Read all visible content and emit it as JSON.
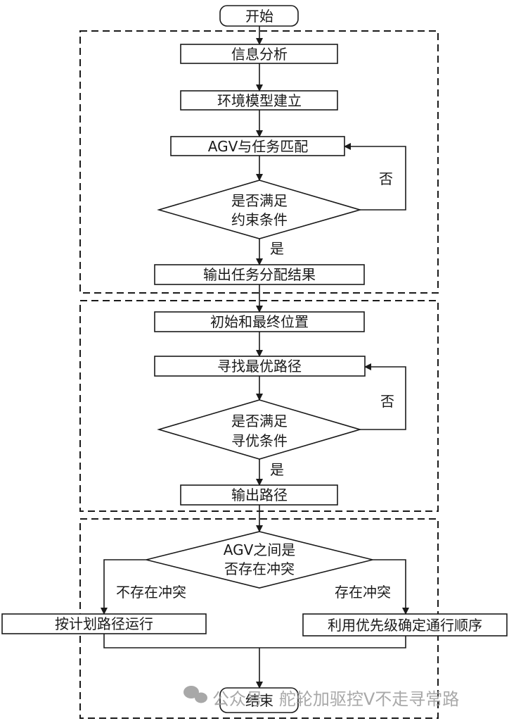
{
  "nodes": {
    "start": "开始",
    "info": "信息分析",
    "env": "环境模型建立",
    "match": "AGV与任务匹配",
    "cond1_line1": "是否满足",
    "cond1_line2": "约束条件",
    "assign_out": "输出任务分配结果",
    "init_pos": "初始和最终位置",
    "find_path": "寻找最优路径",
    "cond2_line1": "是否满足",
    "cond2_line2": "寻优条件",
    "path_out": "输出路径",
    "conflict_line1": "AGV之间是",
    "conflict_line2": "否存在冲突",
    "run_plan": "按计划路径运行",
    "priority": "利用优先级确定通行顺序",
    "end": "结束"
  },
  "labels": {
    "no1": "否",
    "yes1": "是",
    "no2": "否",
    "yes2": "是",
    "no_conflict": "不存在冲突",
    "has_conflict": "存在冲突"
  },
  "watermark": "公众号 · 舵轮加驱控V不走寻常路",
  "colors": {
    "stroke": "#1a1a1a",
    "background": "#ffffff",
    "watermark": "#9a9a9a"
  }
}
